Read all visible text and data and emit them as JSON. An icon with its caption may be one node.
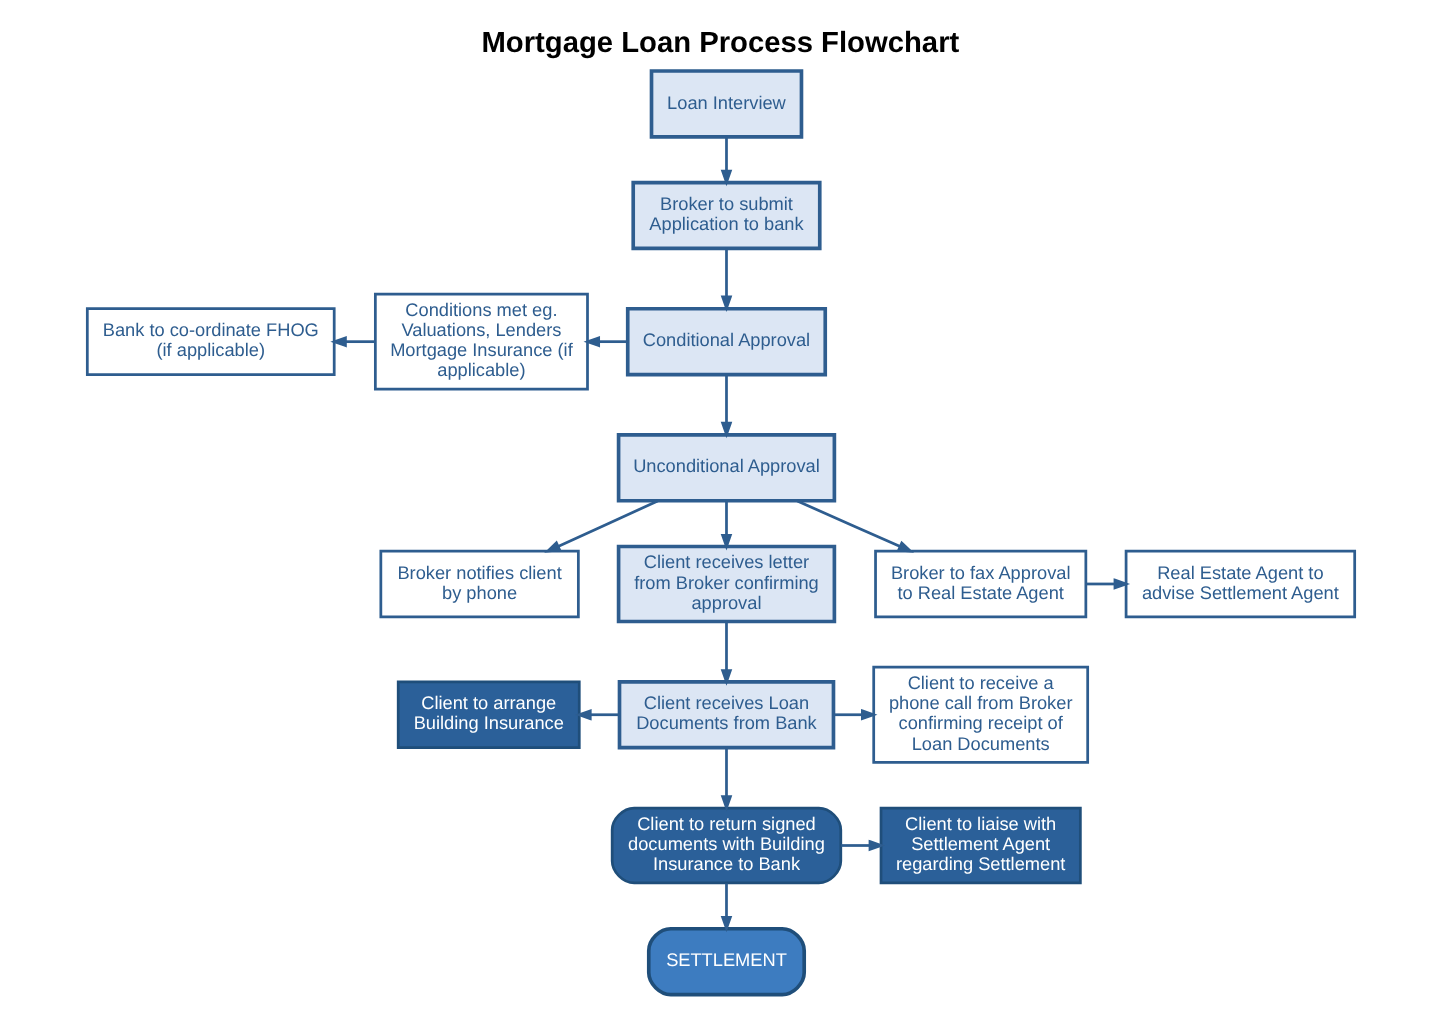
{
  "diagram": {
    "title": "Mortgage Loan Process Flowchart",
    "nodes": [
      {
        "text": [
          "Loan Interview"
        ]
      },
      {
        "text": [
          "Broker to submit Application to bank"
        ]
      },
      {
        "text": [
          "Conditional Approval"
        ]
      },
      {
        "text": [
          "Conditions met eg. Valuations, Lenders Mortgage Insurance (if applicable)"
        ]
      },
      {
        "text": [
          "Bank to co-ordinate FHOG (if applicable)"
        ]
      },
      {
        "text": [
          "Unconditional Approval"
        ]
      },
      {
        "text": [
          "Broker notifies client by phone"
        ]
      },
      {
        "text": [
          "Client receives letter from Broker confirming approval"
        ]
      },
      {
        "text": [
          "Broker to fax Approval to Real Estate Agent"
        ]
      },
      {
        "text": [
          "Real Estate Agent to advise Settlement Agent"
        ]
      },
      {
        "text": [
          "Client to arrange Building Insurance"
        ]
      },
      {
        "text": [
          "Client receives Loan Documents from Bank"
        ]
      },
      {
        "text": [
          "Client to receive a phone call from Broker confirming receipt of Loan Documents"
        ]
      },
      {
        "text": [
          "Client to return signed documents with Building Insurance to Bank"
        ]
      },
      {
        "text": [
          "Client to liaise with Settlement Agent regarding Settlement"
        ]
      },
      {
        "text": [
          "SETTLEMENT"
        ]
      }
    ],
    "edges": [
      {
        "from": 0,
        "to": 1,
        "arrow": "to"
      },
      {
        "from": 1,
        "to": 2,
        "arrow": "to"
      },
      {
        "from": 2,
        "to": 3,
        "arrow": "to"
      },
      {
        "from": 3,
        "to": 4,
        "arrow": "to"
      },
      {
        "from": 2,
        "to": 5,
        "arrow": "to"
      },
      {
        "from": 5,
        "to": 6,
        "arrow": "to"
      },
      {
        "from": 5,
        "to": 7,
        "arrow": "to"
      },
      {
        "from": 5,
        "to": 8,
        "arrow": "to"
      },
      {
        "from": 8,
        "to": 9,
        "arrow": "to"
      },
      {
        "from": 7,
        "to": 11,
        "arrow": "to"
      },
      {
        "from": 11,
        "to": 10,
        "arrow": "to"
      },
      {
        "from": 11,
        "to": 12,
        "arrow": "to"
      },
      {
        "from": 11,
        "to": 13,
        "arrow": "to"
      },
      {
        "from": 13,
        "to": 14,
        "arrow": "to"
      },
      {
        "from": 13,
        "to": 15,
        "arrow": "to"
      }
    ]
  }
}
